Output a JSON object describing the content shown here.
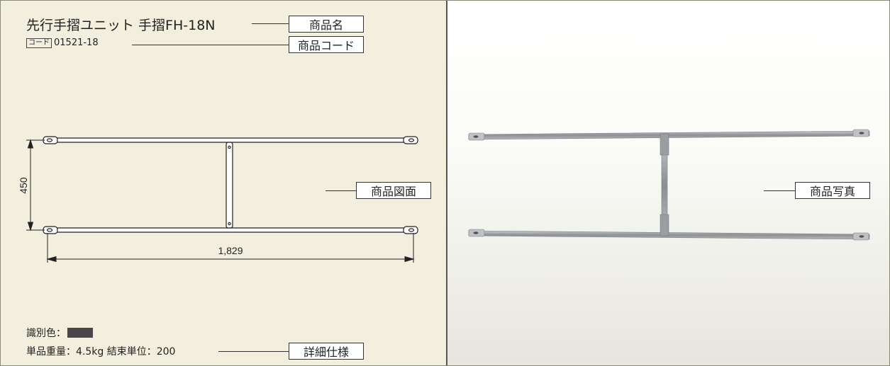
{
  "product": {
    "name": "先行手摺ユニット 手摺FH-18N",
    "code_tag": "コード",
    "code": "01521-18"
  },
  "labels": {
    "name": "商品名",
    "code": "商品コード",
    "drawing": "商品図面",
    "photo": "商品写真",
    "spec": "詳細仕様"
  },
  "drawing": {
    "height_dim": "450",
    "width_dim": "1,829"
  },
  "spec": {
    "color_label": "識別色：",
    "color_hex": "#4a4548",
    "weight_label": "単品重量：",
    "weight": "4.5kg",
    "bundle_label": "結束単位：",
    "bundle": "200"
  }
}
